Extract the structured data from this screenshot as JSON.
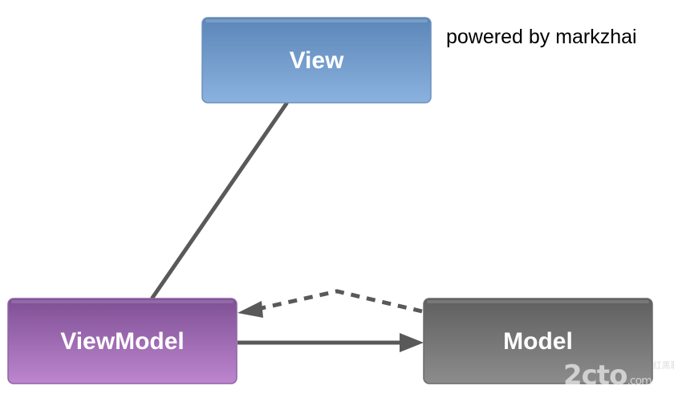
{
  "nodes": {
    "view": {
      "label": "View"
    },
    "viewmodel": {
      "label": "ViewModel"
    },
    "model": {
      "label": "Model"
    }
  },
  "caption": "powered by markzhai",
  "watermark": {
    "brand": "2cto",
    "suffix": ".com",
    "sub": "红黑联盟"
  },
  "colors": {
    "view_top": "#5b86b8",
    "view_bottom": "#8bb2df",
    "viewmodel_top": "#7e4f94",
    "viewmodel_bottom": "#bd86cf",
    "model_top": "#5f5f5f",
    "model_bottom": "#8c8c8c",
    "connector": "#595959"
  }
}
